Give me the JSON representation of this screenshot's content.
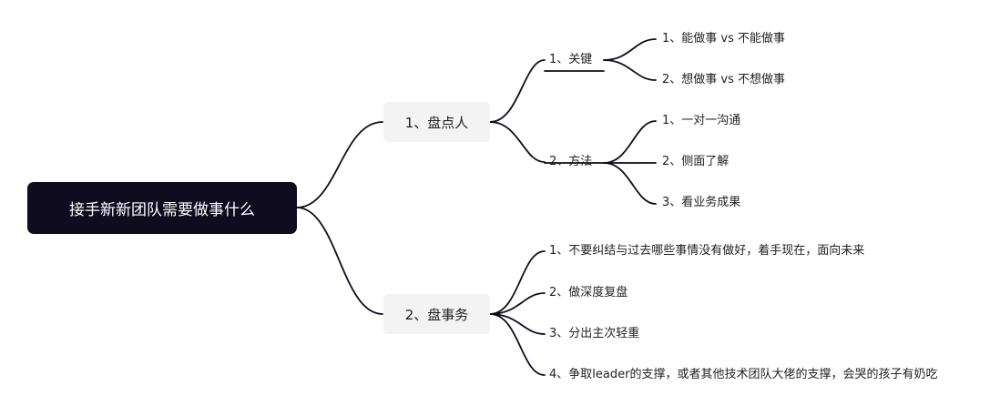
{
  "colors": {
    "root_bg": "#0f0c1f",
    "root_text": "#ffffff",
    "branch_bg": "#f3f3f3",
    "line": "#0f0c1f",
    "text": "#222222"
  },
  "mindmap": {
    "root": {
      "label": "接手新新团队需要做事什么"
    },
    "branches": [
      {
        "label": "1、盘点人",
        "children": [
          {
            "label": "1、关键",
            "children": [
              {
                "label": "1、能做事 vs 不能做事"
              },
              {
                "label": "2、想做事 vs 不想做事"
              }
            ]
          },
          {
            "label": "2、方法",
            "children": [
              {
                "label": "1、一对一沟通"
              },
              {
                "label": "2、侧面了解"
              },
              {
                "label": "3、看业务成果"
              }
            ]
          }
        ]
      },
      {
        "label": "2、盘事务",
        "children": [
          {
            "label": "1、不要纠结与过去哪些事情没有做好，着手现在，面向未来"
          },
          {
            "label": "2、做深度复盘"
          },
          {
            "label": "3、分出主次轻重"
          },
          {
            "label": "4、争取leader的支撑，或者其他技术团队大佬的支撑，会哭的孩子有奶吃"
          }
        ]
      }
    ]
  }
}
